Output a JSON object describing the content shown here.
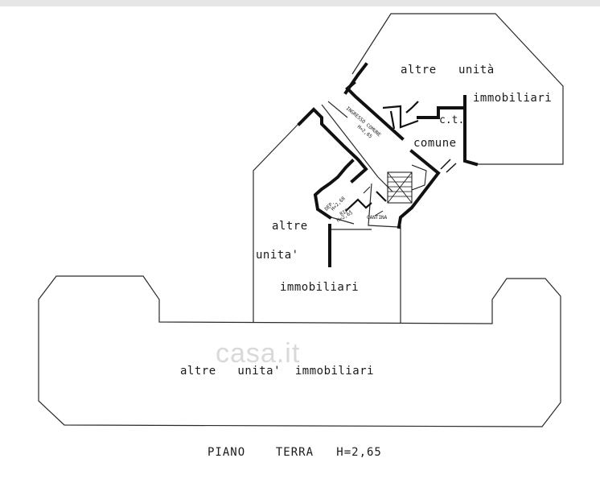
{
  "plan": {
    "title": "PIANO    TERRA   H=2,65",
    "labels": {
      "top_right_line1": "altre",
      "top_right_line2": "unità",
      "top_right_line3": "immobiliari",
      "left_line1": "altre",
      "left_line2": "unita'",
      "left_line3": "immobiliari",
      "bottom": "altre   unita'  immobiliari",
      "ct": "c.t.",
      "comune": "comune",
      "ingresso": "INGRESSO COMUNE",
      "ingresso_h": "H=2,65",
      "dep": "DEP.",
      "dep_h": "H=2,68",
      "rip": "RIP.",
      "rip_h": "H=2,65",
      "cantina": "CANTINA"
    },
    "watermark": "casa.it"
  }
}
